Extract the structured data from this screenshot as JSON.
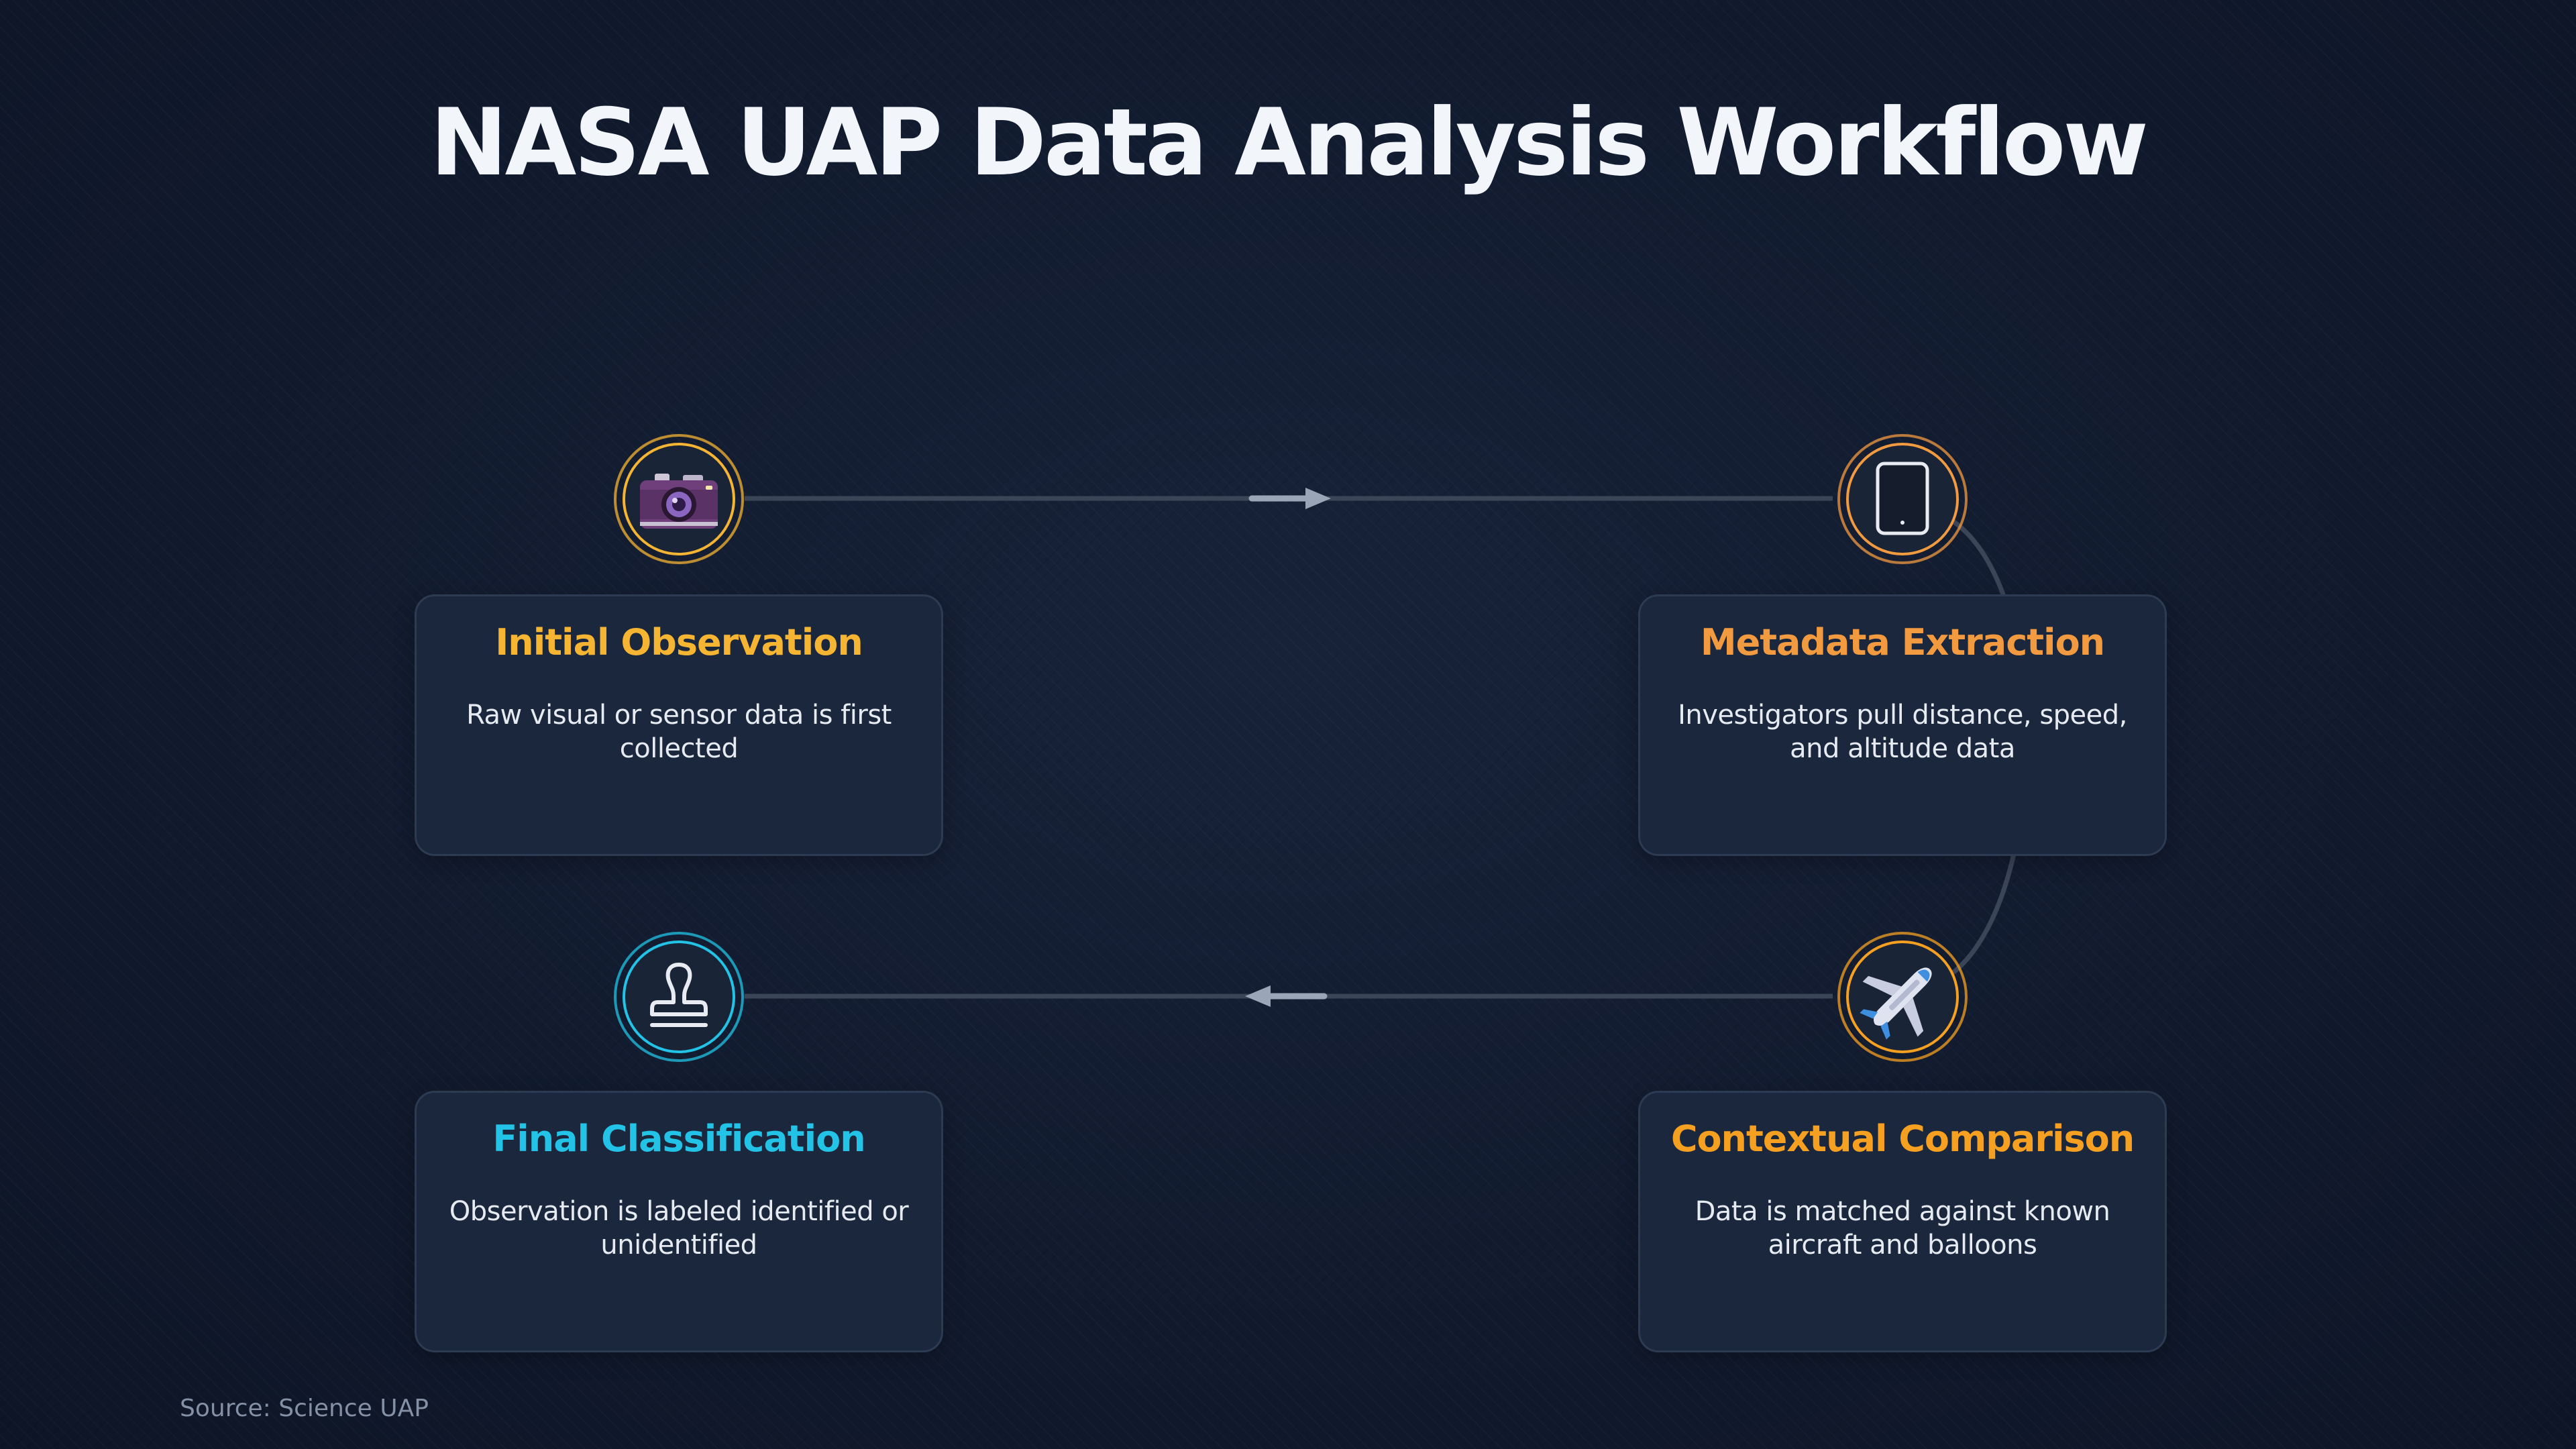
{
  "title": "NASA UAP Data Analysis Workflow",
  "source": "Source: Science UAP",
  "colors": {
    "background": "#111b2e",
    "card_bg": "#1b273c",
    "card_border": "#2c3a52",
    "connector": "#3a4558",
    "arrow": "#9aa6b8",
    "gold": "#f5b431",
    "orange": "#f29a3f",
    "amber": "#f5a020",
    "cyan": "#22c3e6"
  },
  "steps": [
    {
      "title": "Initial Observation",
      "description": "Raw visual or sensor data is first collected",
      "icon": "camera-icon",
      "accent": "#f5b431"
    },
    {
      "title": "Metadata Extraction",
      "description": "Investigators pull distance, speed, and altitude data",
      "icon": "tablet-icon",
      "accent": "#f29a3f"
    },
    {
      "title": "Contextual Comparison",
      "description": "Data is matched against known aircraft and balloons",
      "icon": "airplane-icon",
      "accent": "#f5a020"
    },
    {
      "title": "Final Classification",
      "description": "Observation is labeled identified or unidentified",
      "icon": "stamp-icon",
      "accent": "#22c3e6"
    }
  ]
}
